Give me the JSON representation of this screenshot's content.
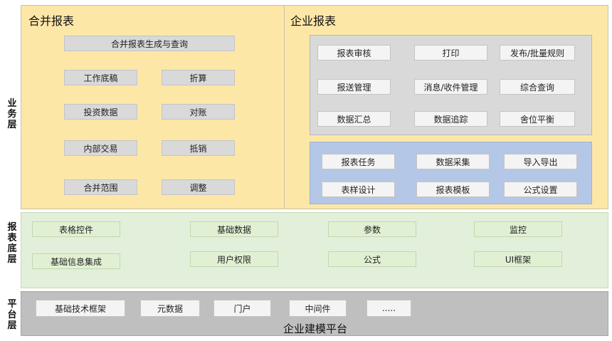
{
  "layers": {
    "business": "业务层",
    "report_base": "报表底层",
    "platform": "平台层"
  },
  "consolidated": {
    "title": "合并报表",
    "banner": "合并报表生成与查询",
    "left_items": [
      "工作底稿",
      "投资数据",
      "内部交易",
      "合并范围"
    ],
    "right_items": [
      "折算",
      "对账",
      "抵销",
      "调整"
    ]
  },
  "enterprise": {
    "title": "企业报表",
    "gray_rows": [
      [
        "报表审核",
        "打印",
        "发布/批量规则"
      ],
      [
        "报送管理",
        "消息/收件管理",
        "综合查询"
      ],
      [
        "数据汇总",
        "数据追踪",
        "舍位平衡"
      ]
    ],
    "blue_rows": [
      [
        "报表任务",
        "数据采集",
        "导入导出"
      ],
      [
        "表样设计",
        "报表模板",
        "公式设置"
      ]
    ]
  },
  "report_base": {
    "row1": [
      "表格控件",
      "基础数据",
      "参数",
      "监控"
    ],
    "row2": [
      "基础信息集成",
      "用户权限",
      "公式",
      "UI框架"
    ]
  },
  "platform": {
    "items": [
      "基础技术框架",
      "元数据",
      "门户",
      "中间件",
      "....."
    ],
    "title": "企业建模平台"
  },
  "colors": {
    "yellow_panel": "#fde7a7",
    "gray_inner": "#d9d9d9",
    "blue_inner": "#b4c7e7",
    "green_layer": "#e2efda",
    "platform_gray": "#bfbfbf"
  }
}
